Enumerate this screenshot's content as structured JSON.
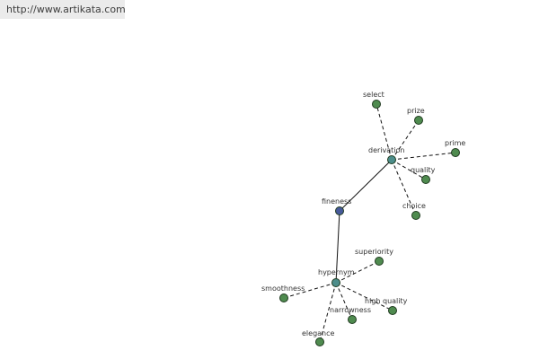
{
  "header": {
    "url": "http://www.artikata.com"
  },
  "colors": {
    "root_node": "#475a9a",
    "hub_node": "#4c8d8a",
    "leaf_node": "#4f8b4f",
    "node_stroke": "#1f3a1f"
  },
  "graph": {
    "root": "fineness",
    "hubs": [
      "derivation",
      "hypernym"
    ],
    "leaves": {
      "derivation": [
        "select",
        "prize",
        "prime",
        "quality",
        "choice"
      ],
      "hypernym": [
        "superiority",
        "smoothness",
        "high quality",
        "narrowness",
        "elegance"
      ]
    }
  }
}
